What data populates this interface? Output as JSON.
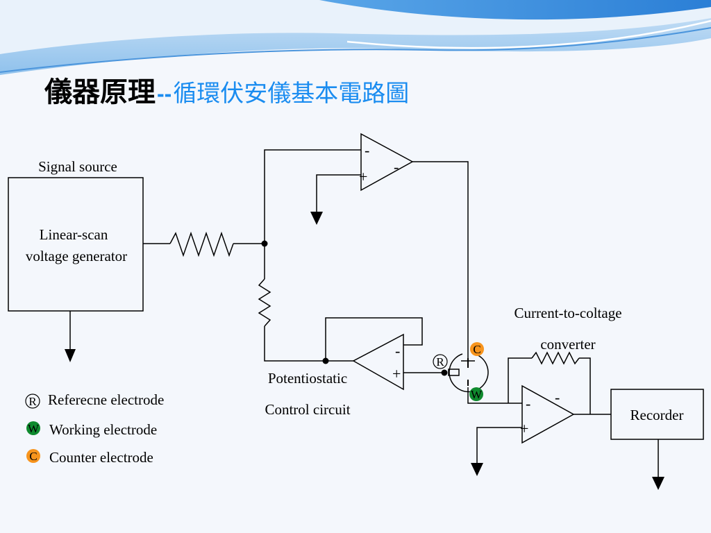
{
  "title": {
    "main": "儀器原理",
    "separator": "--",
    "sub": "循環伏安儀基本電路圖"
  },
  "colors": {
    "accent": "#1a8cf0",
    "counter_badge": "#f7941d",
    "working_badge": "#0f8a2e"
  },
  "signal_source": {
    "label": "Signal source",
    "box_line1": "Linear-scan",
    "box_line2": "voltage generator"
  },
  "potentiostat": {
    "line1": "Potentiostatic",
    "line2": "Control circuit"
  },
  "converter": {
    "line1": "Current-to-coltage",
    "line2": "converter"
  },
  "recorder": "Recorder",
  "opamp_pins": {
    "minus": "-",
    "plus": "+",
    "output_minus": "-"
  },
  "cell_markers": {
    "reference": "R",
    "counter": "C",
    "working": "W"
  },
  "legend": [
    {
      "symbol": "R",
      "text": "Referecne electrode"
    },
    {
      "symbol": "W",
      "text": "Working electrode"
    },
    {
      "symbol": "C",
      "text": "Counter electrode"
    }
  ],
  "icons": [
    "ground-arrow-icon",
    "resistor-icon",
    "op-amp-icon",
    "electrochemical-cell-icon"
  ]
}
